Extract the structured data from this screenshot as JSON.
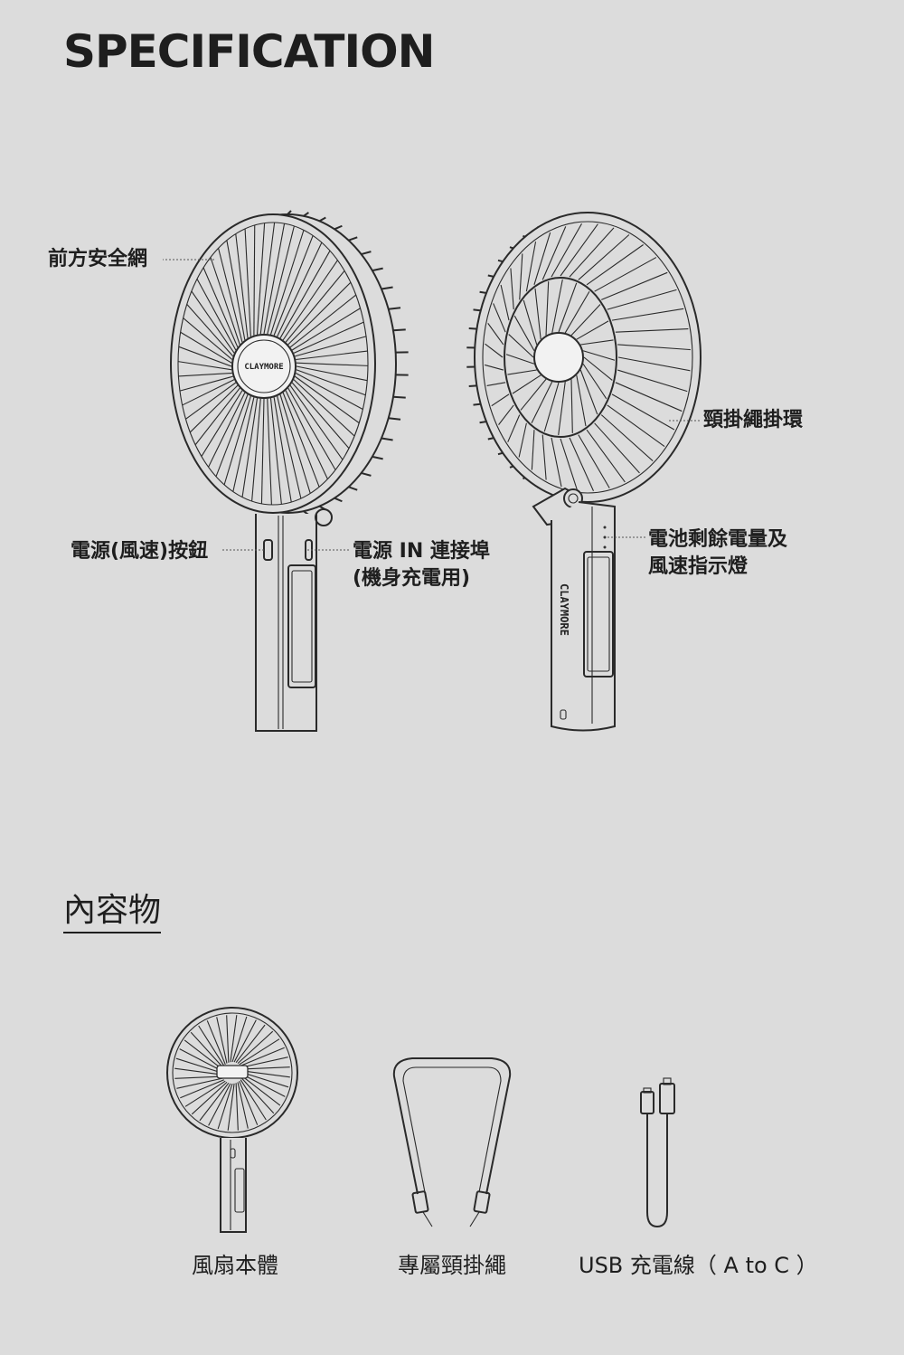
{
  "title": "SPECIFICATION",
  "spec_labels": {
    "front_guard": "前方安全網",
    "power_button": "電源(風速)按鈕",
    "power_in_line1": "電源 IN 連接埠",
    "power_in_line2": "(機身充電用)",
    "lanyard_ring": "頸掛繩掛環",
    "indicator_line1": "電池剩餘電量及",
    "indicator_line2": "風速指示燈"
  },
  "brand_logo": "CLAYMORE",
  "contents_title": "內容物",
  "contents_items": [
    {
      "label": "風扇本體",
      "icon": "fan-icon"
    },
    {
      "label": "專屬頸掛繩",
      "icon": "lanyard-icon"
    },
    {
      "label": "USB 充電線（ A to C ）",
      "icon": "usb-cable-icon"
    }
  ]
}
